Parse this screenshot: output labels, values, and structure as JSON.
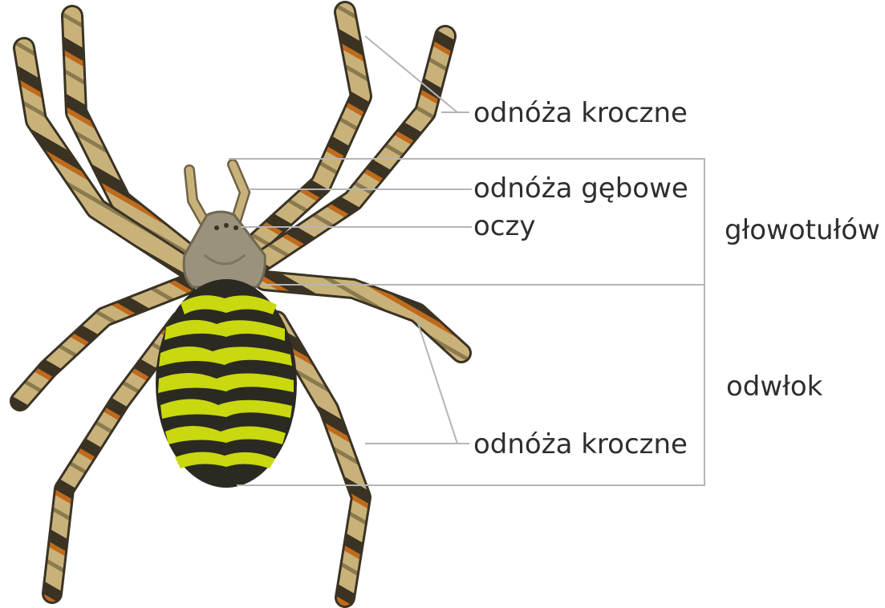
{
  "labels": {
    "walking_legs_top": "odnóża kroczne",
    "mouth_parts": "odnóża gębowe",
    "eyes": "oczy",
    "cephalothorax": "głowotułów",
    "abdomen": "odwłok",
    "walking_legs_bottom": "odnóża kroczne"
  },
  "colors": {
    "leg_base": "#c9b27a",
    "leg_band_dark": "#3a3324",
    "leg_band_orange": "#c06a1c",
    "cephalothorax": "#9b927c",
    "abdomen_base": "#2a2a22",
    "abdomen_stripe": "#c9d80f",
    "leader_line": "#b5b5b5",
    "text": "#2e2e2e"
  }
}
